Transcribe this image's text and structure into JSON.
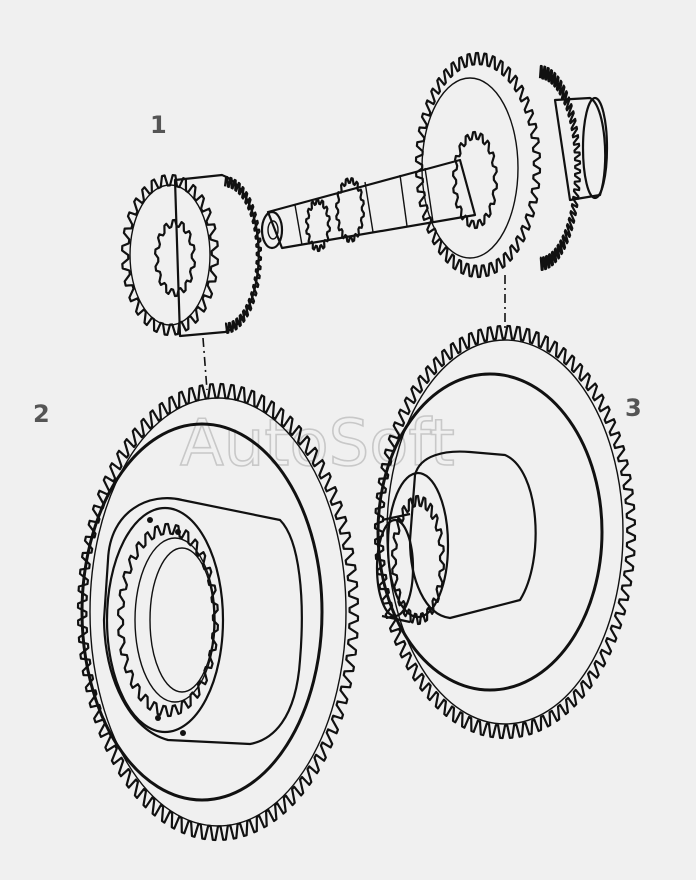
{
  "callouts": [
    {
      "label": "1"
    },
    {
      "label": "2"
    },
    {
      "label": "3"
    }
  ],
  "watermark": "AutoSoft",
  "colors": {
    "background": "#f0f0f0",
    "ink": "#111111",
    "label": "#555555",
    "watermark": "#c8c8c8"
  }
}
